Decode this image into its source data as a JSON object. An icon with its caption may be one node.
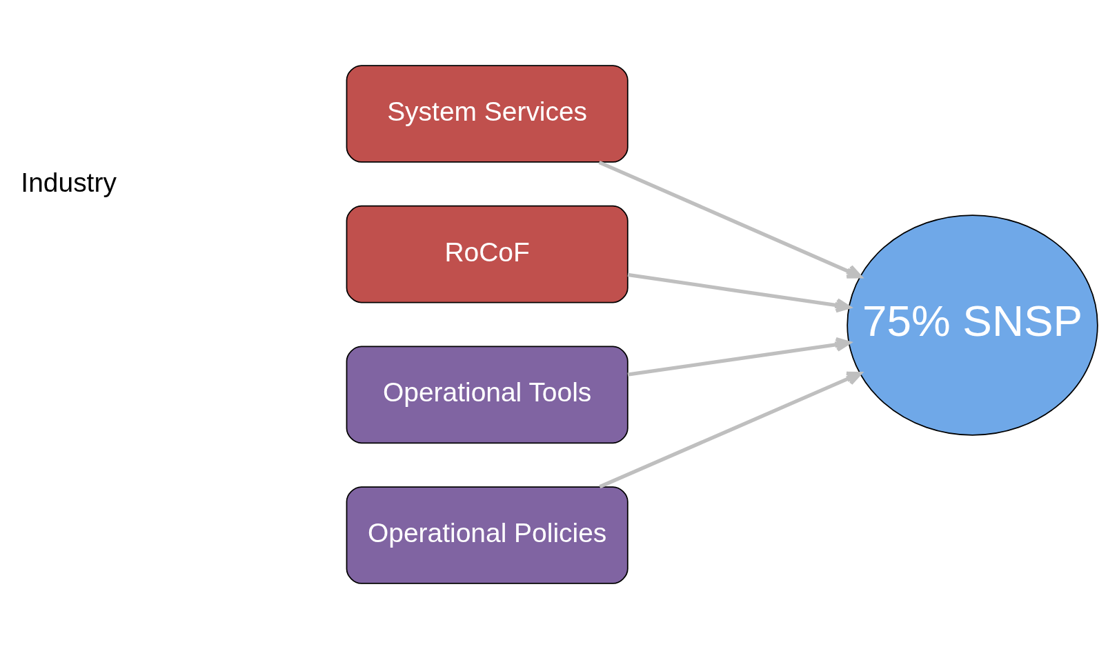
{
  "diagram": {
    "nodes": [
      {
        "text": [
          "System Services"
        ]
      },
      {
        "text": [
          "RoCoF"
        ]
      },
      {
        "text": [
          "Operational Tools"
        ]
      },
      {
        "text": [
          "Operational Policies"
        ]
      },
      {
        "text": [
          "75% SNSP"
        ]
      }
    ],
    "edges": [
      {
        "from": 0,
        "to": 4,
        "arrow": "to"
      },
      {
        "from": 1,
        "to": 4,
        "arrow": "to"
      },
      {
        "from": 2,
        "to": 4,
        "arrow": "to"
      },
      {
        "from": 3,
        "to": 4,
        "arrow": "to"
      }
    ],
    "labels": [
      "Industry"
    ]
  }
}
